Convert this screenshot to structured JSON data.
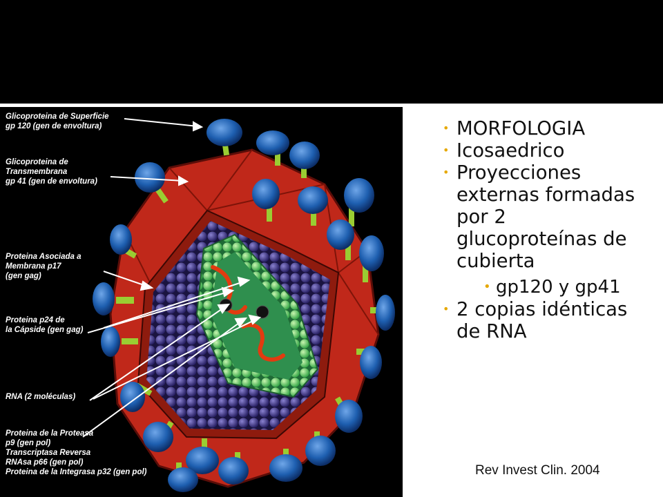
{
  "slide": {
    "bullets": [
      {
        "text": "MORFOLOGIA",
        "level": 1
      },
      {
        "text": "Icosaedrico",
        "level": 1
      },
      {
        "text": "Proyecciones externas formadas por 2 glucoproteínas de cubierta",
        "level": 1
      },
      {
        "text": "gp120 y gp41",
        "level": 2
      },
      {
        "text": "2 copias idénticas de RNA",
        "level": 1
      }
    ],
    "citation": "Rev Invest Clin. 2004"
  },
  "figure": {
    "labels": {
      "gp120": "Glicoproteina de Superficie\ngp 120 (gen de envoltura)",
      "gp41": "Glicoproteina de\nTransmembrana\ngp 41 (gen de envoltura)",
      "p17": "Proteina Asociada a\nMembrana p17\n(gen gag)",
      "p24": "Proteina p24 de\nla Cápside (gen gag)",
      "rna": "RNA (2 moléculas)",
      "enzymes": "Proteina de la Proteasa\np9 (gen pol)\nTranscriptasa Reversa\nRNAsa p66 (gen pol)\nProteina de la Integrasa p32 (gen pol)"
    },
    "colors": {
      "envelope": "#c0281a",
      "spike_head": "#1e5fb0",
      "spike_stem": "#9acd32",
      "core_bead": "#4a3f8f",
      "capsid_bead": "#5ccf6a",
      "rna": "#e23b10"
    }
  }
}
